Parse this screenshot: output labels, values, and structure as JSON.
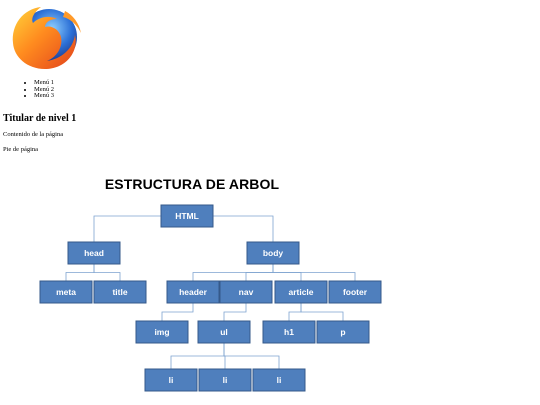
{
  "logo": {
    "name": "firefox-logo"
  },
  "menu": {
    "items": [
      "Menú 1",
      "Menú 2",
      "Menú 3"
    ]
  },
  "heading": "Titular de nivel 1",
  "content": "Contenido de la página",
  "footer": "Pie de página",
  "tree": {
    "title": "ESTRUCTURA DE ARBOL",
    "colors": {
      "node_fill": "#4f7fbd",
      "node_text": "#ffffff",
      "connector": "#7ea3cf"
    },
    "root": {
      "label": "HTML",
      "children": [
        {
          "label": "head",
          "children": [
            {
              "label": "meta"
            },
            {
              "label": "title"
            }
          ]
        },
        {
          "label": "body",
          "children": [
            {
              "label": "header",
              "children": [
                {
                  "label": "img"
                }
              ]
            },
            {
              "label": "nav",
              "children": [
                {
                  "label": "ul",
                  "children": [
                    {
                      "label": "li"
                    },
                    {
                      "label": "li"
                    },
                    {
                      "label": "li"
                    }
                  ]
                }
              ]
            },
            {
              "label": "article",
              "children": [
                {
                  "label": "h1"
                },
                {
                  "label": "p"
                }
              ]
            },
            {
              "label": "footer"
            }
          ]
        }
      ]
    }
  }
}
